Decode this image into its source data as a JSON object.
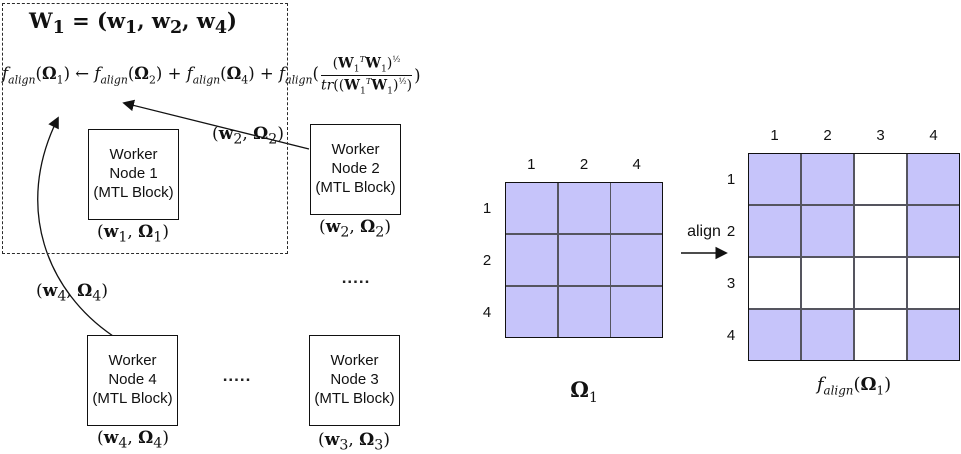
{
  "server": {
    "title_html": "<b>W</b><sub>1</sub> = (<b>w</b><sub>1</sub>, <b>w</b><sub>2</sub>, <b>w</b><sub>4</sub>)",
    "formula": {
      "before_html": "<i>f</i><sub><i>align</i></sub>(<b>&Omega;</b><sub>1</sub>) &#8592; <i>f</i><sub><i>align</i></sub>(<b>&Omega;</b><sub>2</sub>) + <i>f</i><sub><i>align</i></sub>(<b>&Omega;</b><sub>4</sub>) + <i>f</i><sub><i>align</i></sub>(",
      "numerator_html": "(<b>W</b><sub>1</sub><sup><i>T</i></sup><b>W</b><sub>1</sub>)<sup>&#189;</sup>",
      "denominator_html": "<i>tr</i>((<b>W</b><sub>1</sub><sup><i>T</i></sup><b>W</b><sub>1</sub>)<sup>&#189;</sup>)",
      "after": ")"
    }
  },
  "workers": [
    {
      "line1": "Worker",
      "line2": "Node 1",
      "line3": "(MTL Block)",
      "label_html": "(<b>w</b><sub>1</sub>, <b>&Omega;</b><sub>1</sub>)"
    },
    {
      "line1": "Worker",
      "line2": "Node 2",
      "line3": "(MTL Block)",
      "label_html": "(<b>w</b><sub>2</sub>, <b>&Omega;</b><sub>2</sub>)"
    },
    {
      "line1": "Worker",
      "line2": "Node 3",
      "line3": "(MTL Block)",
      "label_html": "(<b>w</b><sub>3</sub>, <b>&Omega;</b><sub>3</sub>)"
    },
    {
      "line1": "Worker",
      "line2": "Node 4",
      "line3": "(MTL Block)",
      "label_html": "(<b>w</b><sub>4</sub>, <b>&Omega;</b><sub>4</sub>)"
    }
  ],
  "edges": {
    "from_node2_label_html": "(<b>w</b><sub>2</sub>, <b>&Omega;</b><sub>2</sub>)",
    "from_node4_label_html": "(<b>w</b><sub>4</sub>, <b>&Omega;</b><sub>4</sub>)"
  },
  "ellipsis": ".....",
  "align_arrow_label": "align",
  "matrices": {
    "left": {
      "title_html": "<b>&Omega;</b><sub>1</sub>",
      "col_labels": [
        "1",
        "2",
        "4"
      ],
      "row_labels": [
        "1",
        "2",
        "4"
      ],
      "filled": [
        [
          1,
          1,
          1
        ],
        [
          1,
          1,
          1
        ],
        [
          1,
          1,
          1
        ]
      ]
    },
    "right": {
      "title_html": "<i>f</i><sub><i>align</i></sub>(<b>&Omega;</b><sub>1</sub>)",
      "col_labels": [
        "1",
        "2",
        "3",
        "4"
      ],
      "row_labels": [
        "1",
        "2",
        "3",
        "4"
      ],
      "filled": [
        [
          1,
          1,
          0,
          1
        ],
        [
          1,
          1,
          0,
          1
        ],
        [
          0,
          0,
          0,
          0
        ],
        [
          1,
          1,
          0,
          1
        ]
      ]
    }
  },
  "colors": {
    "cell_fill": "#c6c4fa",
    "cell_empty": "#ffffff",
    "grid_line": "#55555f",
    "outer_border": "#111111"
  }
}
